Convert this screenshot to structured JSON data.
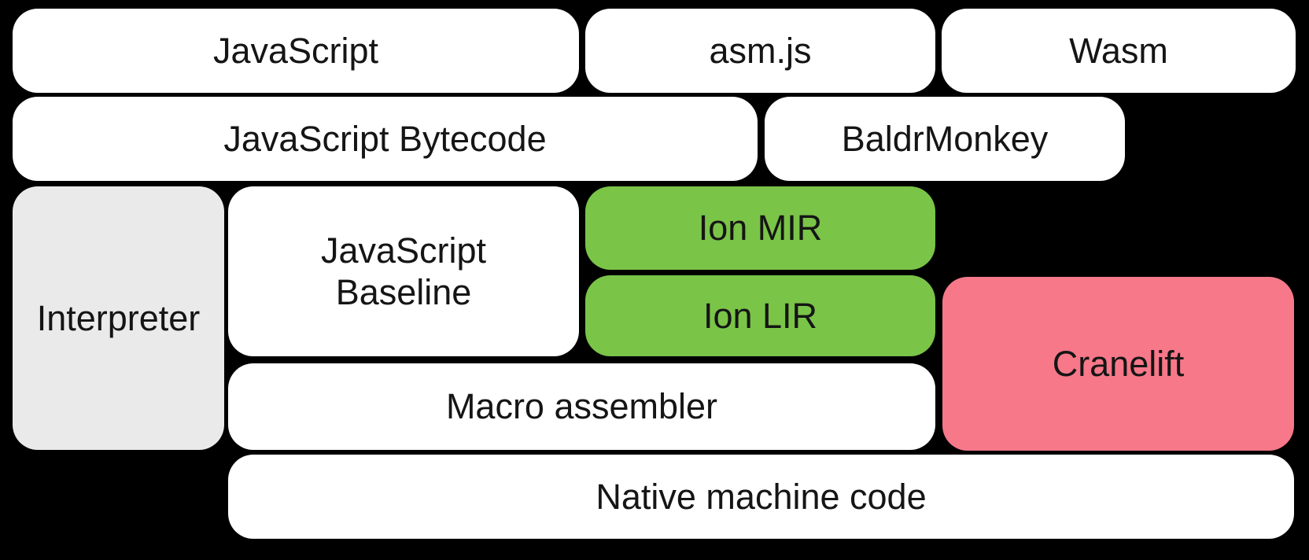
{
  "diagram": {
    "title": "SpiderMonkey compilation pipeline diagram",
    "background_color": "#000000",
    "text_color": "#151515",
    "accent_colors": {
      "white_box": "#ffffff",
      "gray_box": "#eaeaea",
      "green_box": "#7ac448",
      "pink_box": "#f67889"
    },
    "boxes": {
      "javascript": {
        "label": "JavaScript",
        "fill": "background:#ffffff"
      },
      "asmjs": {
        "label": "asm.js",
        "fill": "background:#ffffff"
      },
      "wasm": {
        "label": "Wasm",
        "fill": "background:#ffffff"
      },
      "bytecode": {
        "label": "JavaScript Bytecode",
        "fill": "background:#ffffff"
      },
      "baldrmonkey": {
        "label": "BaldrMonkey",
        "fill": "background:#ffffff"
      },
      "interpreter": {
        "label": "Interpreter",
        "fill": "background:#eaeaea"
      },
      "baseline": {
        "label": "JavaScript Baseline",
        "line1": "JavaScript",
        "line2": "Baseline",
        "fill": "background:#ffffff"
      },
      "ion_mir": {
        "label": "Ion MIR",
        "fill": "background:#7ac448"
      },
      "ion_lir": {
        "label": "Ion LIR",
        "fill": "background:#7ac448"
      },
      "cranelift": {
        "label": "Cranelift",
        "fill": "background:#f67889"
      },
      "macro_assembler": {
        "label": "Macro assembler",
        "fill": "background:#ffffff"
      },
      "native": {
        "label": "Native machine code",
        "fill": "background:#ffffff"
      }
    }
  }
}
